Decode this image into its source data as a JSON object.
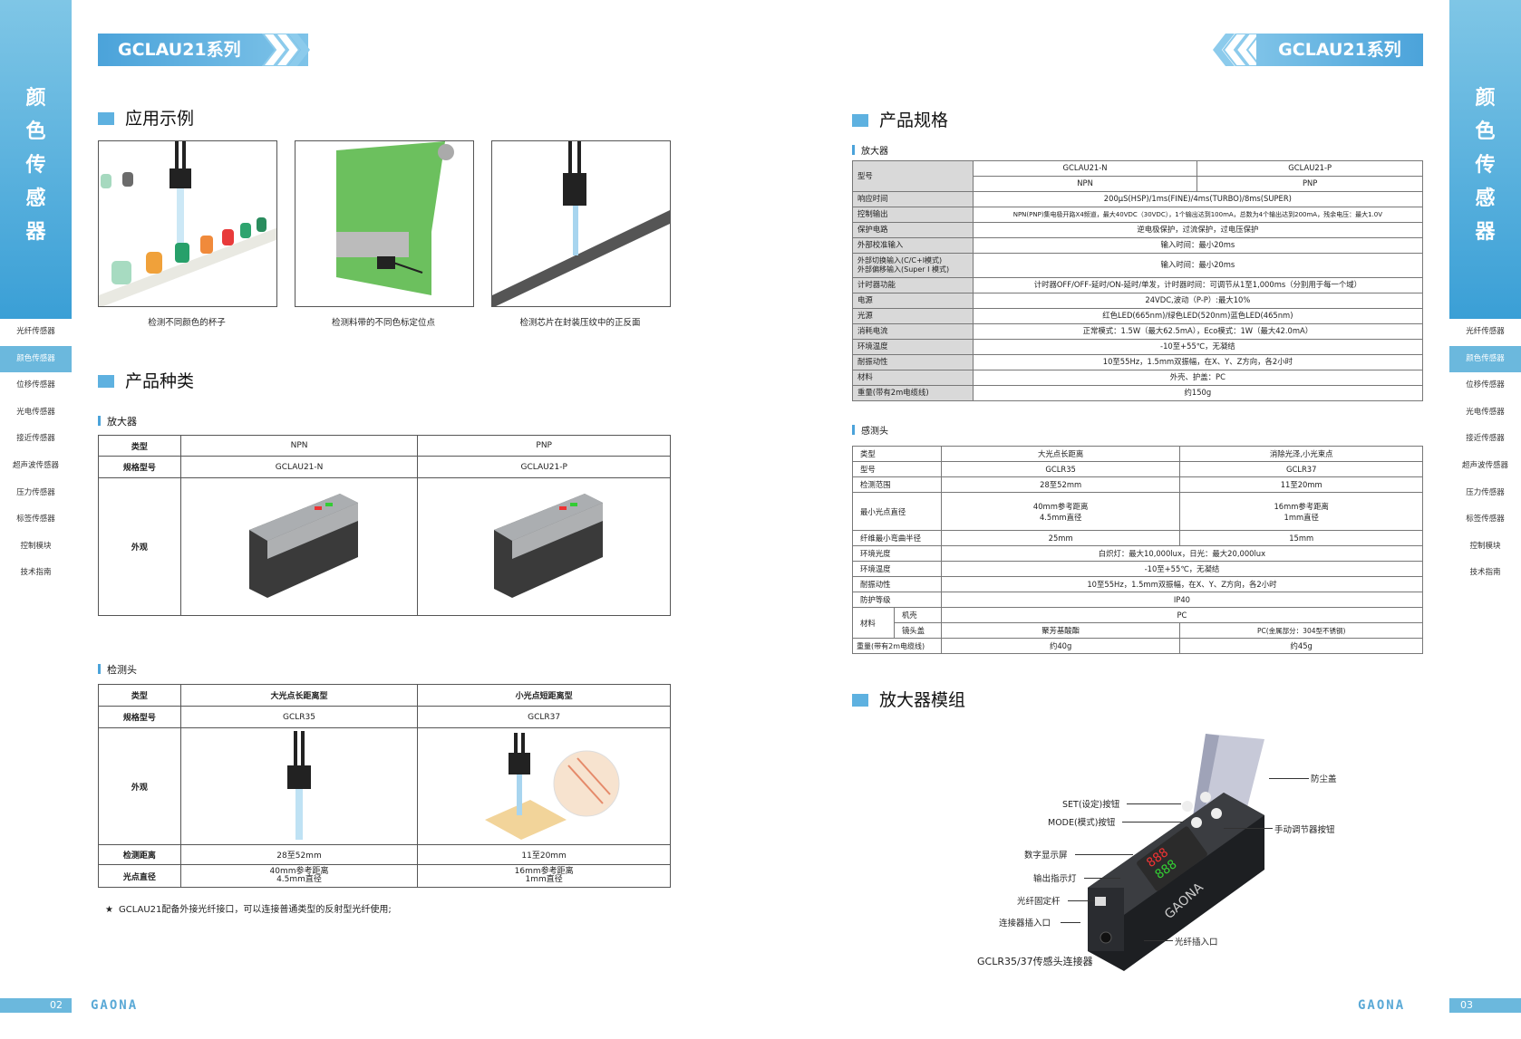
{
  "series_title": "GCLAU21系列",
  "sidebar": {
    "vertical_title": [
      "颜",
      "色",
      "传",
      "感",
      "器"
    ],
    "items": [
      "光纤传感器",
      "颜色传感器",
      "位移传感器",
      "光电传感器",
      "接近传感器",
      "超声波传感器",
      "压力传感器",
      "标签传感器",
      "控制模块",
      "技术指南"
    ],
    "active_index": 1
  },
  "page_numbers": {
    "left": "02",
    "right": "03"
  },
  "logo": "GAONA",
  "sections": {
    "application": "应用示例",
    "product_types": "产品种类",
    "specs": "产品规格",
    "module": "放大器模组"
  },
  "application_captions": [
    "检测不同颜色的杯子",
    "检测料带的不同色标定位点",
    "检测芯片在封装压纹中的正反面"
  ],
  "amplifier_table": {
    "subtitle": "放大器",
    "row_labels": [
      "类型",
      "规格型号",
      "外观"
    ],
    "col1": {
      "type": "NPN",
      "model": "GCLAU21-N"
    },
    "col2": {
      "type": "PNP",
      "model": "GCLAU21-P"
    }
  },
  "sensor_table": {
    "subtitle": "检测头",
    "row_labels": [
      "类型",
      "规格型号",
      "外观",
      "检测距离",
      "光点直径"
    ],
    "col1": {
      "type": "大光点长距离型",
      "model": "GCLR35",
      "distance": "28至52mm",
      "spot1": "40mm参考距离",
      "spot2": "4.5mm直径"
    },
    "col2": {
      "type": "小光点短距离型",
      "model": "GCLR37",
      "distance": "11至20mm",
      "spot1": "16mm参考距离",
      "spot2": "1mm直径"
    }
  },
  "footnote_star": "★",
  "footnote": "GCLAU21配备外接光纤接口，可以连接普通类型的反射型光纤使用;",
  "spec_amp": {
    "subtitle": "放大器",
    "model_label": "型号",
    "model_n": "GCLAU21-N",
    "model_p": "GCLAU21-P",
    "type_n": "NPN",
    "type_p": "PNP",
    "rows": [
      {
        "k": "响应时间",
        "v": "200μS(HSP)/1ms(FINE)/4ms(TURBO)/8ms(SUPER)"
      },
      {
        "k": "控制输出",
        "v": "NPN(PNP)集电极开路X4频道，最大40VDC（30VDC），1个输出达到100mA，总数为4个输出达到200mA，残余电压：最大1.0V"
      },
      {
        "k": "保护电路",
        "v": "逆电极保护，过流保护，过电压保护"
      },
      {
        "k": "外部校准输入",
        "v": "输入时间：最小20ms"
      },
      {
        "k": "外部切换输入(C/C+I模式)\n外部偏移输入(Super I 模式)",
        "v": "输入时间：最小20ms"
      },
      {
        "k": "计时器功能",
        "v": "计时器OFF/OFF-延时/ON-延时/单发，计时器时间：可调节从1至1,000ms（分别用于每一个域）"
      },
      {
        "k": "电源",
        "v": "24VDC,波动（P-P）:最大10%"
      },
      {
        "k": "光源",
        "v": "红色LED(665nm)/绿色LED(520nm)蓝色LED(465nm)"
      },
      {
        "k": "消耗电流",
        "v": "正常模式：1.5W（最大62.5mA），Eco模式：1W（最大42.0mA）"
      },
      {
        "k": "环境温度",
        "v": "-10至+55℃，无凝结"
      },
      {
        "k": "耐振动性",
        "v": "10至55Hz，1.5mm双振幅，在X、Y、Z方向，各2小时"
      },
      {
        "k": "材料",
        "v": "外壳、护盖：PC"
      },
      {
        "k": "重量(带有2m电缆线)",
        "v": "约150g"
      }
    ]
  },
  "spec_sensor": {
    "subtitle": "感测头",
    "type_label": "类型",
    "type_a": "大光点长距离",
    "type_b": "消除光泽,小光束点",
    "model_label": "型号",
    "model_a": "GCLR35",
    "model_b": "GCLR37",
    "range_label": "检测范围",
    "range_a": "28至52mm",
    "range_b": "11至20mm",
    "spot_label": "最小光点直径",
    "spot_a1": "40mm参考距离",
    "spot_a2": "4.5mm直径",
    "spot_b1": "16mm参考距离",
    "spot_b2": "1mm直径",
    "bend_label": "纤维最小弯曲半径",
    "bend_a": "25mm",
    "bend_b": "15mm",
    "light_label": "环境光度",
    "light_v": "白炽灯：最大10,000lux，日光：最大20,000lux",
    "temp_label": "环境温度",
    "temp_v": "-10至+55℃，无凝结",
    "vib_label": "耐振动性",
    "vib_v": "10至55Hz，1.5mm双振幅，在X、Y、Z方向，各2小时",
    "ip_label": "防护等级",
    "ip_v": "IP40",
    "mat_label": "材料",
    "mat_case_label": "机壳",
    "mat_case_v": "PC",
    "mat_lens_label": "镜头盖",
    "mat_lens_a": "聚芳基酸酯",
    "mat_lens_b": "PC(金属部分：304型不锈钢)",
    "weight_label": "重量(带有2m电缆线)",
    "weight_a": "约40g",
    "weight_b": "约45g"
  },
  "module_callouts": {
    "dust_cover": "防尘盖",
    "set_button": "SET(设定)按钮",
    "mode_button": "MODE(模式)按钮",
    "manual_button": "手动调节器按钮",
    "display": "数字显示屏",
    "output_led": "输出指示灯",
    "fiber_lever": "光纤固定杆",
    "connector_port": "连接器插入口",
    "fiber_port": "光纤插入口",
    "sensor_connector": "GCLR35/37传感头连接器",
    "device_brand": "GAONA"
  },
  "colors": {
    "accent": "#4ba3da",
    "accent_light": "#8ccbec",
    "header_gray": "#d9d9d9"
  }
}
